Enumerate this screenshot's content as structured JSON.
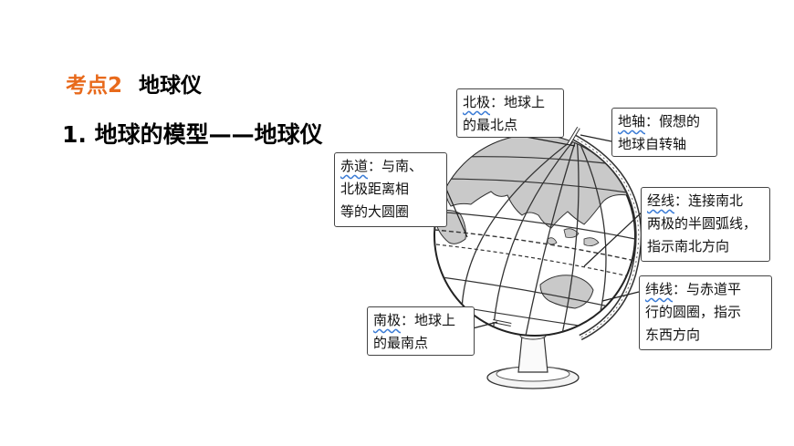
{
  "heading": {
    "point_label": "考点2",
    "point_title": "地球仪"
  },
  "subheading": "1. 地球的模型——地球仪",
  "colors": {
    "accent": "#e86a1c",
    "term_underline": "#3a7bd5",
    "land": "#c9c9c9",
    "line": "#333333"
  },
  "callouts": {
    "north_pole": {
      "term": "北极",
      "line1_rest": "：地球上",
      "line2": "的最北点",
      "line3": ""
    },
    "axis": {
      "term": "地轴",
      "line1_rest": "：假想的",
      "line2": "地球自转轴",
      "line3": ""
    },
    "equator": {
      "term": "赤道",
      "line1_rest": "：与南、",
      "line2": "北极距离相",
      "line3": "等的大圆圈"
    },
    "meridian": {
      "term": "经线",
      "line1_rest": "：连接南北",
      "line2": "两极的半圆弧线，",
      "line3": "指示南北方向"
    },
    "parallel": {
      "term": "纬线",
      "line1_rest": "：与赤道平",
      "line2": "行的圆圈，指示",
      "line3": "东西方向"
    },
    "south_pole": {
      "term": "南极",
      "line1_rest": "：地球上",
      "line2": "的最南点",
      "line3": ""
    }
  }
}
